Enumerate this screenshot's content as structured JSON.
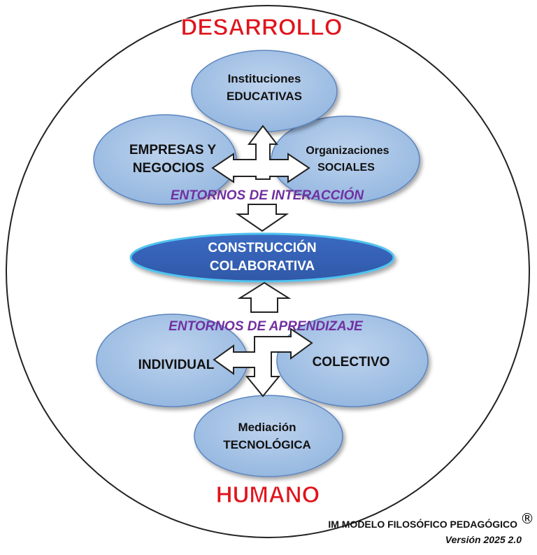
{
  "title_top": "DESARROLLO",
  "title_bottom": "HUMANO",
  "interaction_label": "ENTORNOS DE INTERACCIÓN",
  "learning_label": "ENTORNOS DE APRENDIZAJE",
  "nodes": {
    "instituciones": {
      "line1": "Instituciones",
      "line2": "EDUCATIVAS"
    },
    "empresas": {
      "line1": "EMPRESAS Y",
      "line2": "NEGOCIOS"
    },
    "organizaciones": {
      "line1": "Organizaciones",
      "line2": "SOCIALES"
    },
    "construccion": {
      "line1": "CONSTRUCCIÓN",
      "line2": "COLABORATIVA"
    },
    "individual": {
      "label": "INDIVIDUAL"
    },
    "colectivo": {
      "label": "COLECTIVO"
    },
    "mediacion": {
      "line1": "Mediación",
      "line2": "TECNOLÓGICA"
    }
  },
  "footer": {
    "model": "IM MODELO FILOSÓFICO PEDAGÓGICO",
    "registered": "®",
    "version": "Versión 2025  2.0"
  },
  "colors": {
    "bubble_fill": "#a6c4e6",
    "bubble_stroke": "#5b85bf",
    "center_fill": "#4472c4",
    "center_stroke": "#4fc3f0",
    "title_red": "#e0141c",
    "label_purple": "#7030a0"
  }
}
